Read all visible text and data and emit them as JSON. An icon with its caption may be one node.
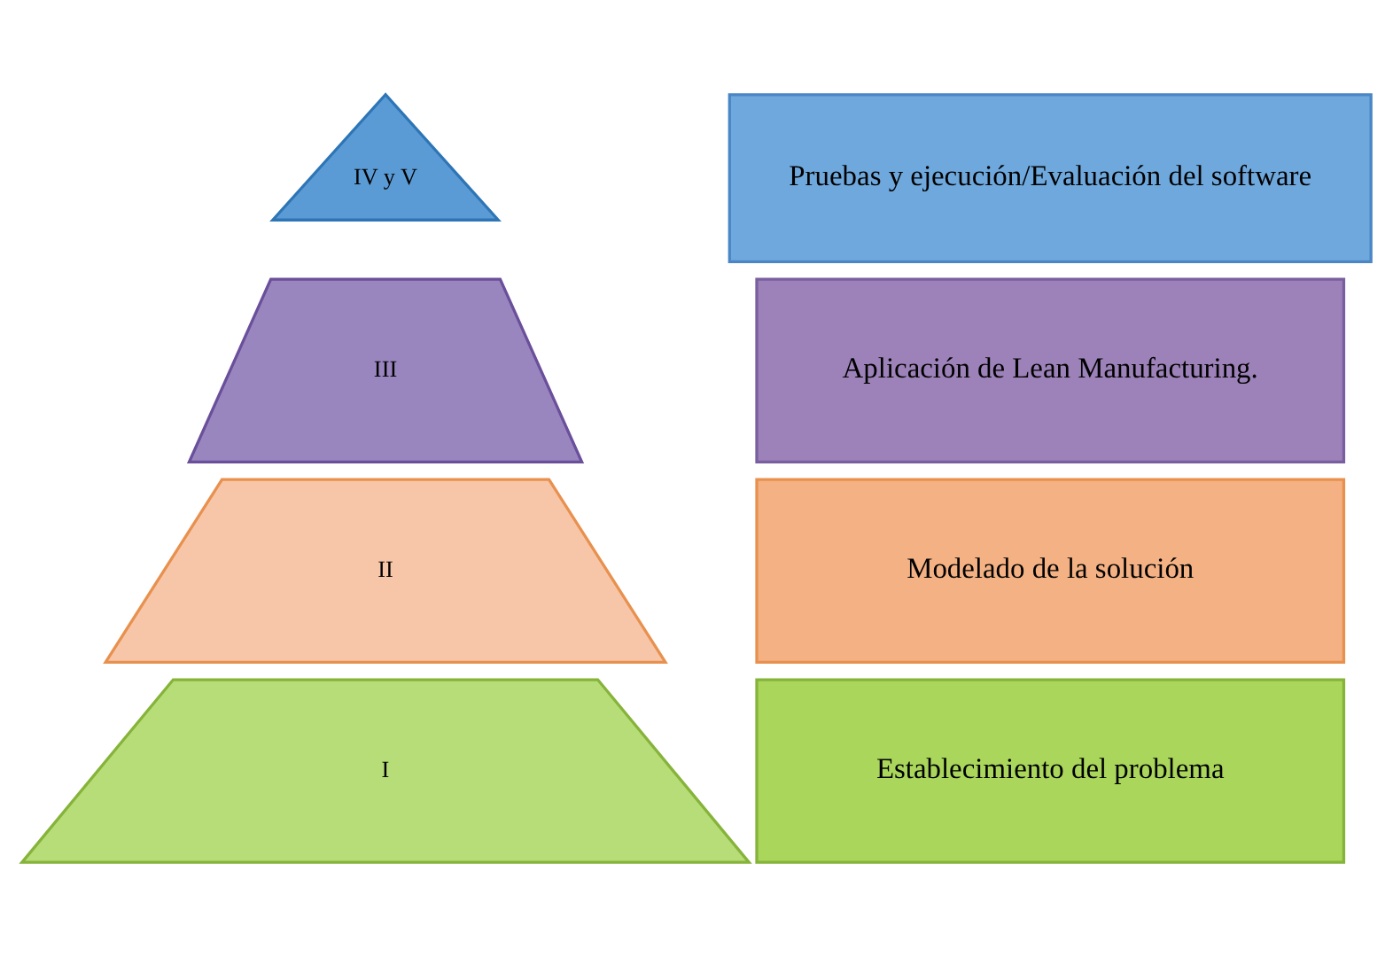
{
  "diagram": {
    "nodes": [
      {
        "text": [
          "IV y V"
        ]
      },
      {
        "text": [
          "Pruebas y ejecución/Evaluación del software"
        ]
      },
      {
        "text": [
          "III"
        ]
      },
      {
        "text": [
          "Aplicación de Lean Manufacturing."
        ]
      },
      {
        "text": [
          "II"
        ]
      },
      {
        "text": [
          "Modelado de la solución"
        ]
      },
      {
        "text": [
          "I"
        ]
      },
      {
        "text": [
          "Establecimiento del problema"
        ]
      }
    ],
    "edges": []
  }
}
